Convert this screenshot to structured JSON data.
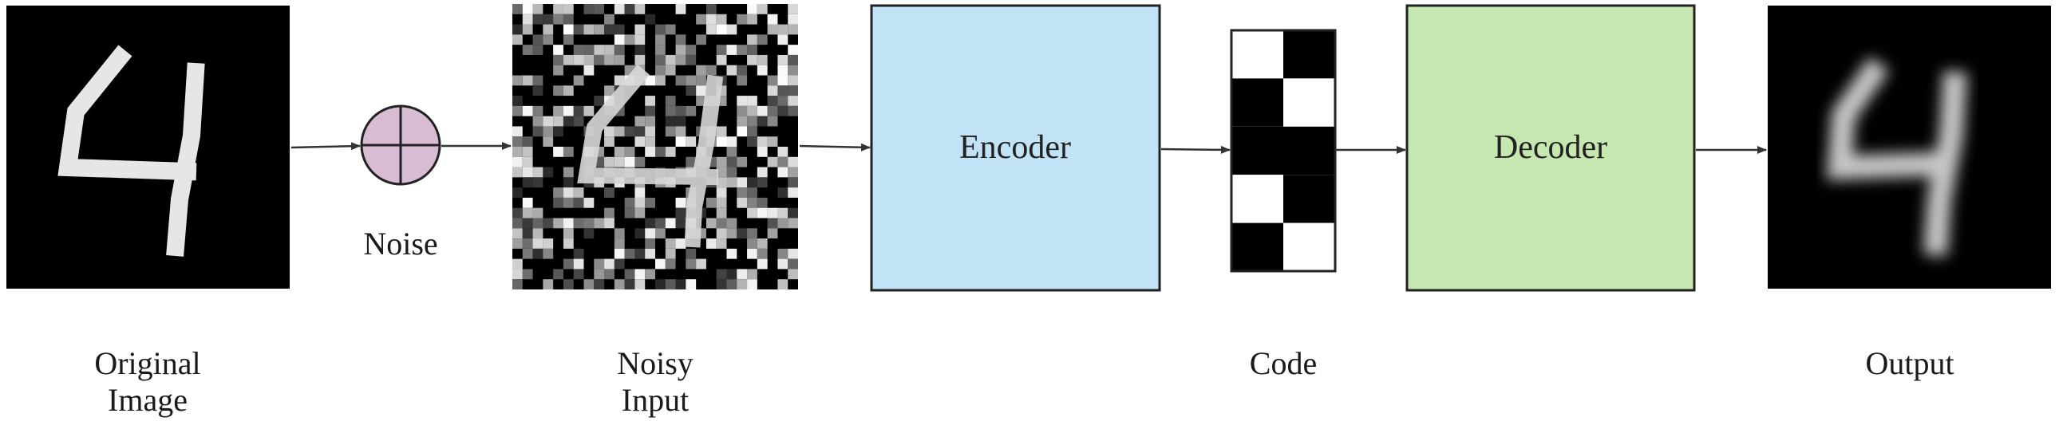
{
  "blocks": {
    "encoder": "Encoder",
    "decoder": "Decoder"
  },
  "labels": {
    "noise": "Noise",
    "original_line1": "Original",
    "original_line2": "Image",
    "noisy_line1": "Noisy",
    "noisy_line2": "Input",
    "code": "Code",
    "output": "Output"
  },
  "colors": {
    "encoder_fill": "#c1e3f5",
    "decoder_fill": "#c6e8b0",
    "noise_fill": "#d8bcd4",
    "image_bg": "#000000",
    "code_white": "#ffffff",
    "code_black": "#000000"
  },
  "code_cells": [
    [
      0,
      1
    ],
    [
      1,
      0
    ],
    [
      1,
      1
    ],
    [
      0,
      1
    ],
    [
      1,
      0
    ]
  ]
}
